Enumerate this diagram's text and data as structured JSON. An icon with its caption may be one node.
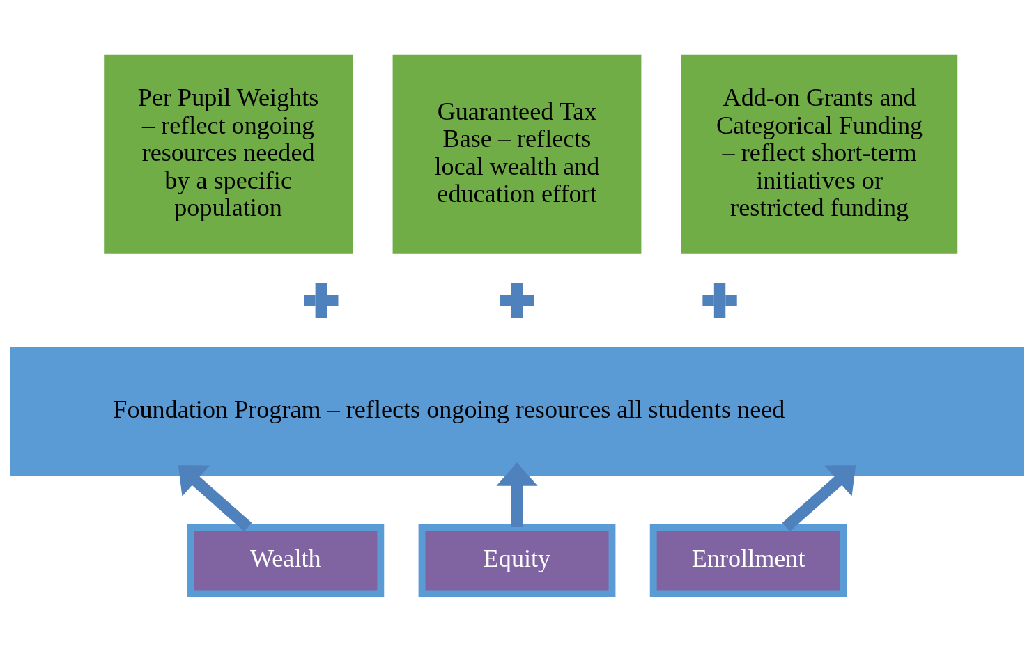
{
  "diagram": {
    "nodes": [
      {
        "text": [
          "Per Pupil Weights – reflect ongoing resources needed by a specific population"
        ]
      },
      {
        "text": [
          "Guaranteed Tax Base – reflects local wealth and education effort"
        ]
      },
      {
        "text": [
          "Add-on Grants and Categorical Funding – reflect short-term initiatives or restricted funding"
        ]
      },
      {
        "text": [],
        "shape": "plus"
      },
      {
        "text": [],
        "shape": "plus"
      },
      {
        "text": [],
        "shape": "plus"
      },
      {
        "text": [
          "Foundation Program – reflects ongoing resources all students need"
        ]
      },
      {
        "text": [
          "Wealth"
        ]
      },
      {
        "text": [
          "Equity"
        ]
      },
      {
        "text": [
          "Enrollment"
        ]
      }
    ],
    "edges": [
      {
        "from": 7,
        "to": 6,
        "arrow": "to"
      },
      {
        "from": 8,
        "to": 6,
        "arrow": "to"
      },
      {
        "from": 9,
        "to": 6,
        "arrow": "to"
      }
    ]
  }
}
